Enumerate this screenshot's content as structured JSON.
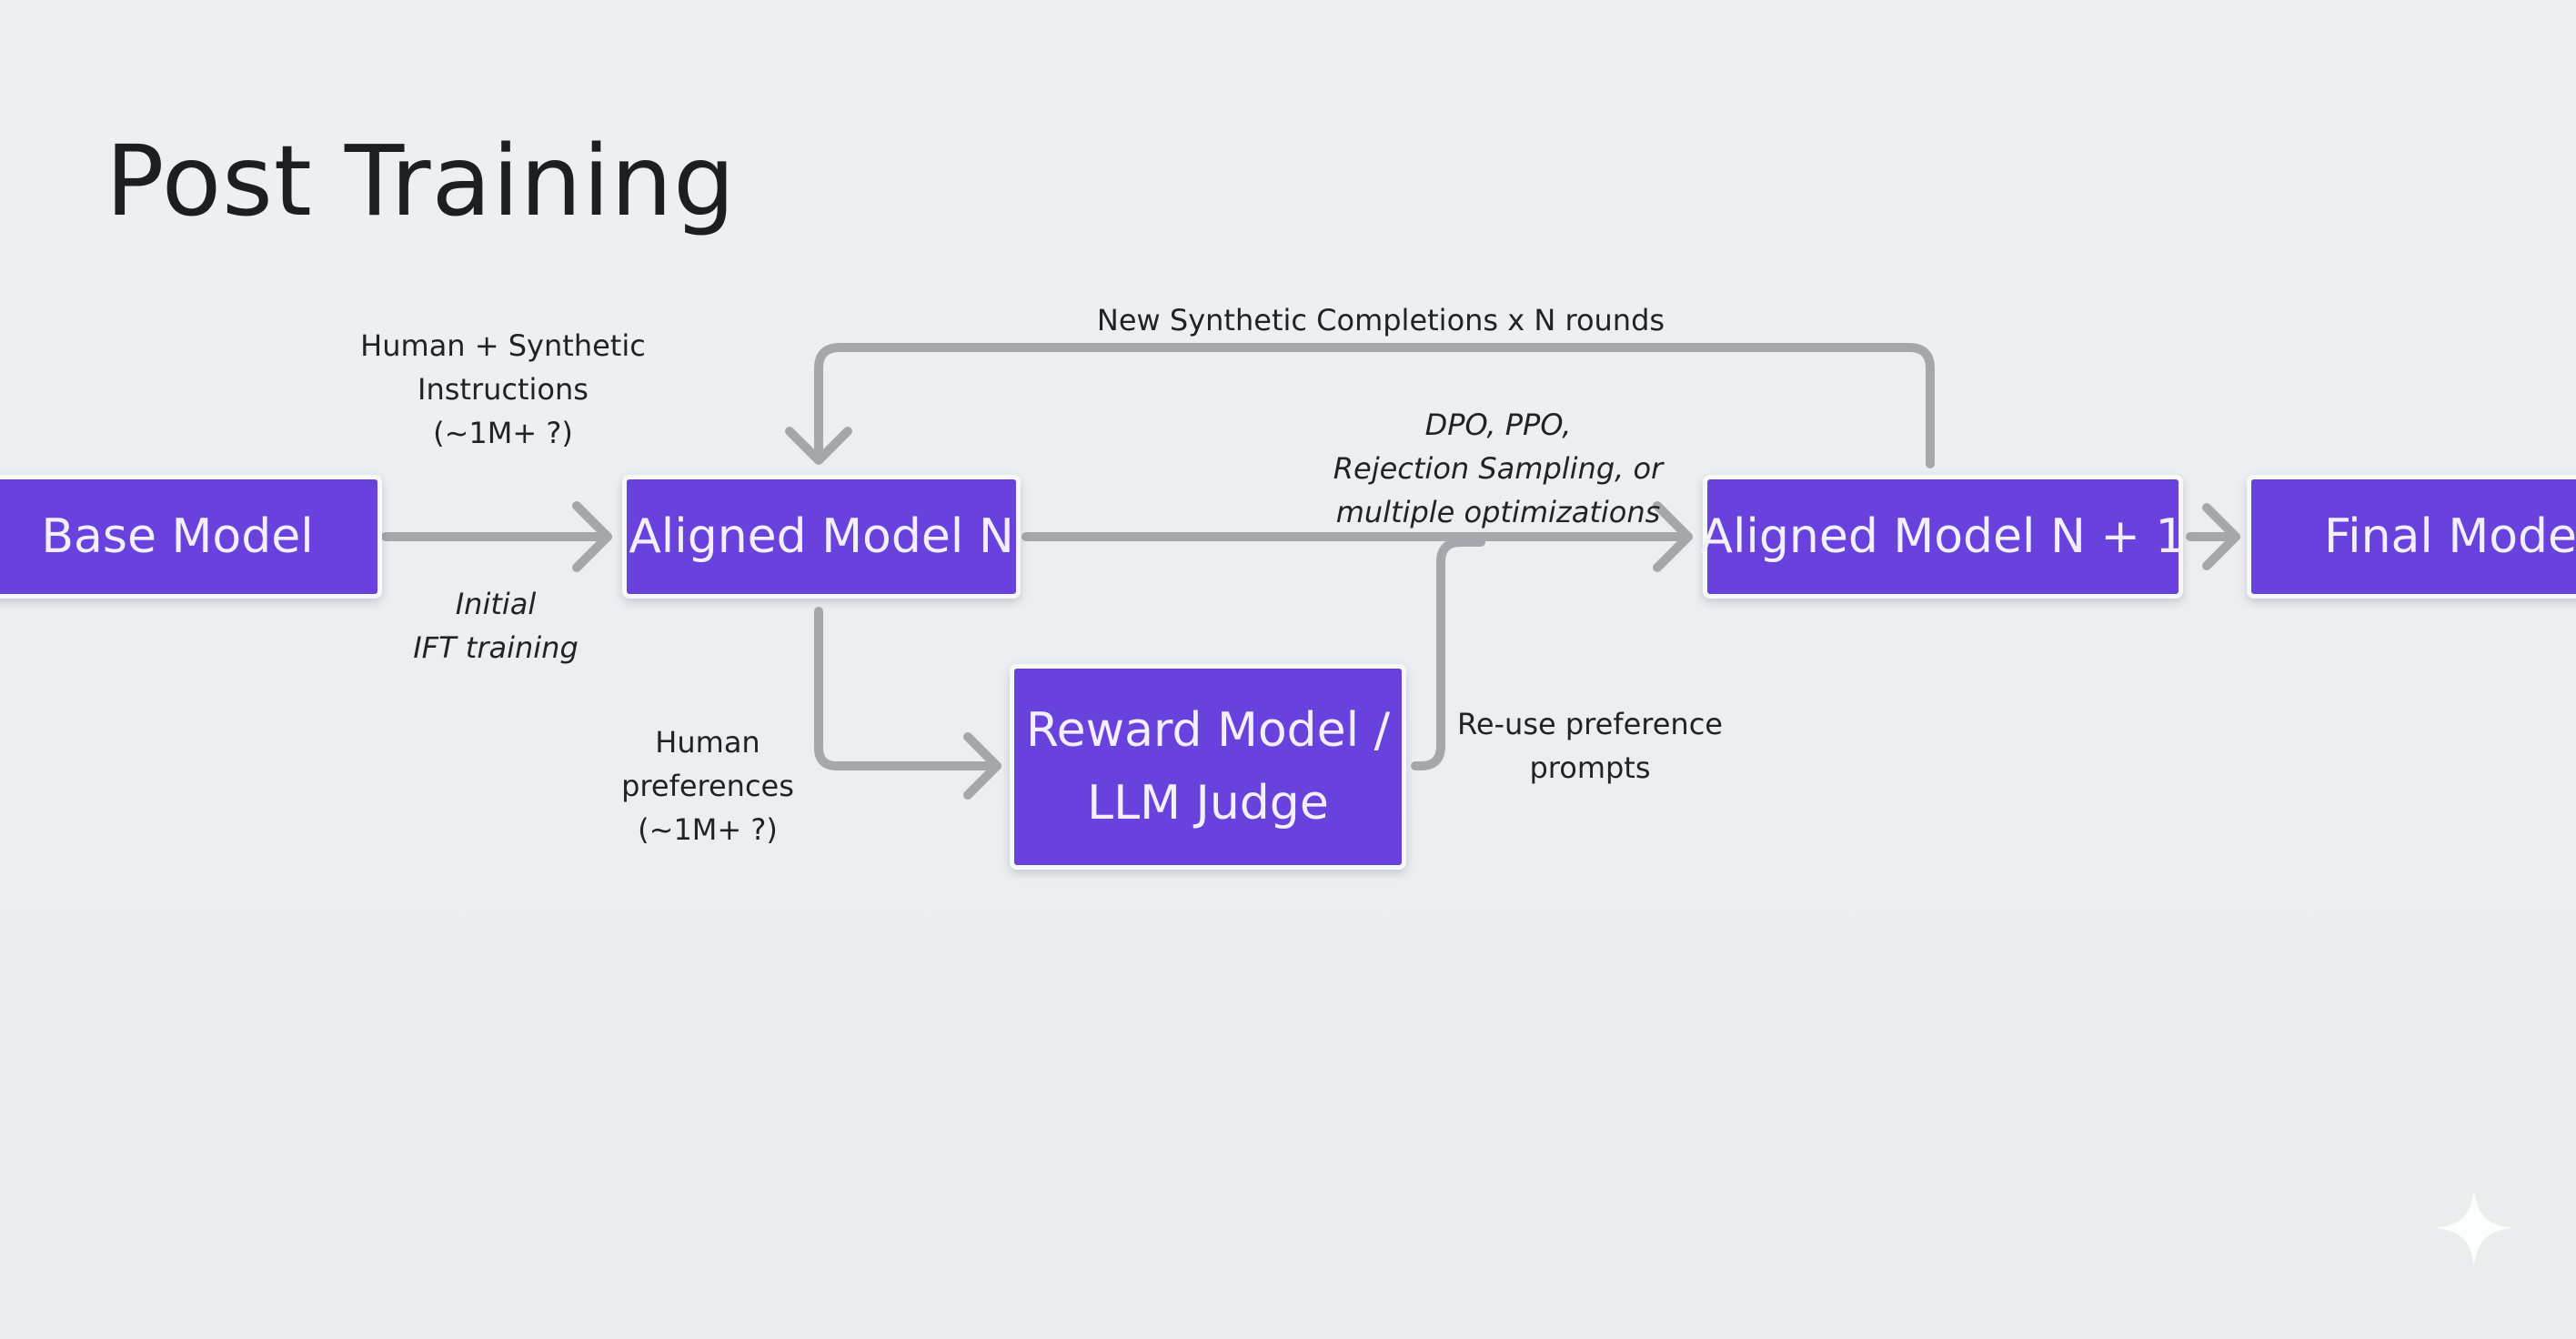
{
  "title": "Post Training",
  "nodes": {
    "base_model": "Base Model",
    "aligned_model_n": "Aligned Model N",
    "reward_model": [
      "Reward Model /",
      "LLM Judge"
    ],
    "aligned_model_n1": "Aligned Model N + 1",
    "final_model": "Final Model"
  },
  "labels": {
    "sft_data": [
      "Human + Synthetic",
      "Instructions",
      "(~1M+ ?)"
    ],
    "initial_training": [
      "Initial",
      "IFT training"
    ],
    "human_preferences": [
      "Human",
      "preferences",
      "(~1M+ ?)"
    ],
    "optimization": [
      "DPO, PPO,",
      "Rejection Sampling, or",
      "multiple optimizations"
    ],
    "loop": "New Synthetic Completions x N rounds",
    "reuse": [
      "Re-use preference",
      "prompts"
    ]
  },
  "colors": {
    "node_fill": "#6941dd",
    "node_border": "#f7f8fa",
    "node_text": "#f2efff",
    "connector": "#a4a8ac",
    "background": "#edf0f1"
  },
  "icons": {
    "corner": "sparkle-icon"
  }
}
